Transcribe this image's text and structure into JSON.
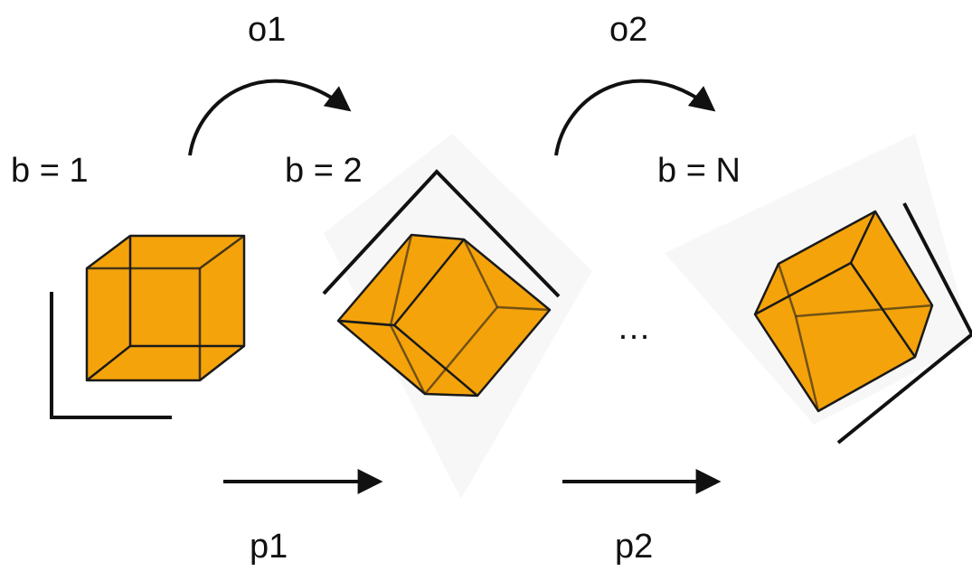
{
  "labels": {
    "stage1": "b = 1",
    "stage2": "b = 2",
    "stageN": "b = N",
    "op1": "o1",
    "op2": "o2",
    "param1": "p1",
    "param2": "p2",
    "ellipsis": "…"
  },
  "colors": {
    "cube_fill": "#F5A30A",
    "stroke": "#111111",
    "panel": "#F7F7F7"
  },
  "icons": [
    "curved-arrow-icon",
    "straight-arrow-icon",
    "cube-icon",
    "corner-bracket-icon"
  ]
}
